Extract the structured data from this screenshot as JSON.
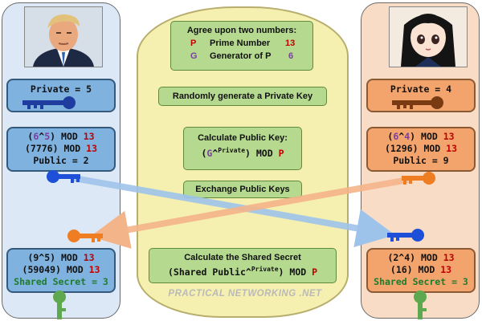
{
  "left": {
    "private_label": "Private = 5",
    "calc": [
      "(6^5) MOD 13",
      "(7776) MOD 13",
      "Public = 2"
    ],
    "shared": [
      "(9^5) MOD 13",
      "(59049) MOD 13",
      "Shared Secret = 3"
    ]
  },
  "right": {
    "private_label": "Private = 4",
    "calc": [
      "(6^4) MOD 13",
      "(1296) MOD 13",
      "Public = 9"
    ],
    "shared": [
      "(2^4) MOD 13",
      "(16) MOD 13",
      "Shared Secret = 3"
    ]
  },
  "center": {
    "agree_title": "Agree upon two numbers:",
    "p_symbol": "P",
    "p_label": "Prime Number",
    "p_value": "13",
    "g_symbol": "G",
    "g_label": "Generator of P",
    "g_value": "6",
    "random_label": "Randomly generate a Private Key",
    "public_title": "Calculate Public Key:",
    "public_formula": "(G^Private) MOD P",
    "exchange_label": "Exchange Public Keys",
    "shared_title": "Calculate the Shared Secret",
    "shared_formula": "(Shared Public^Private) MOD P"
  },
  "watermark": "PRACTICAL NETWORKING .NET",
  "colors": {
    "left_panel": "#dce8f5",
    "right_panel": "#f8dcc6",
    "blue_box": "#7fb2de",
    "orange_box": "#f3a46c",
    "green_box": "#b5d98f",
    "cloud": "#f5f0b0",
    "prime_red": "#c00000",
    "generator_purple": "#7b3fa0",
    "secret_green": "#1f7a2e"
  },
  "icons": [
    "person-portrait",
    "anime-character-portrait",
    "blue-key-icon",
    "orange-key-icon",
    "green-key-icon"
  ]
}
